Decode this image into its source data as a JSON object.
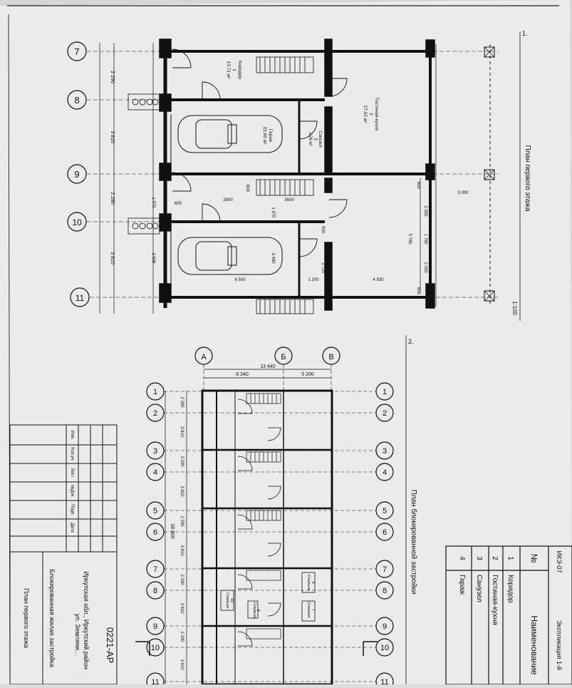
{
  "sheet": {
    "section1_number": "1.",
    "section2_number": "2.",
    "plan1_title": "План первого этажа",
    "plan1_scale": "1:100",
    "plan2_title": "План блокированной застройки",
    "paper_color": "#e9e9e9",
    "line_color": "#111111"
  },
  "plan1": {
    "axes": [
      "7",
      "8",
      "9",
      "10",
      "11"
    ],
    "bay_dims_left": [
      "2 290",
      "3 810",
      "2 290",
      "3 810"
    ],
    "rooms": [
      {
        "name": "Коридор",
        "number": "1",
        "area": "13,71 м²"
      },
      {
        "name": "Гараж",
        "number": "",
        "area": "22,69 м²"
      },
      {
        "name": "Санузел",
        "number": "3",
        "area": "3,26 м²"
      },
      {
        "name": "Гостиная-кухня",
        "number": "2",
        "area": "27,92 м²"
      }
    ],
    "inner_dims": [
      "2800",
      "3600",
      "800",
      "1 970",
      "600",
      "2 606",
      "3 480",
      "2 720",
      "900",
      "6 500",
      "1 200",
      "4 830",
      "1 570"
    ],
    "right_dims": [
      "3 000",
      "2 000",
      "1 780",
      "5 780",
      "2 000",
      "600",
      "600"
    ]
  },
  "plan2": {
    "col_axes": [
      "А",
      "Б",
      "В"
    ],
    "dim_total": "13 440",
    "dim_left": "8 240",
    "dim_right": "5 200",
    "row_axes": [
      "1",
      "2",
      "3",
      "4",
      "5",
      "6",
      "7",
      "8",
      "9",
      "10",
      "11"
    ],
    "row_dims": [
      "2 290",
      "3 810",
      "2 290",
      "3 810",
      "2 290",
      "3 810",
      "2 290",
      "3 810",
      "2 290",
      "3 810"
    ],
    "overall_dim": "38 800",
    "room_labels": [
      "Спальня",
      "Спальня",
      "Спальня",
      "Спальня"
    ],
    "room_numbers": [
      "6",
      "7",
      "9",
      "10"
    ]
  },
  "title_block": {
    "headers": [
      "Изм.",
      "Кол.уч.",
      "Лист",
      "№Док.",
      "Подп.",
      "Дата"
    ],
    "project_code": "0221-АР",
    "address_line1": "Иркутская обл., Иркутский район",
    "address_line2": "ул. Земляни...",
    "object_name": "Блокированная жилая застройка",
    "sheet_name": "План первого этажа"
  },
  "explication": {
    "code": "ИКЭ-07",
    "title": "Экспликация 1-й",
    "col_num": "№",
    "col_name": "Наименование",
    "rows": [
      {
        "num": "1",
        "name": "Коридор"
      },
      {
        "num": "2",
        "name": "Гостиная-кухня"
      },
      {
        "num": "3",
        "name": "Санузел"
      },
      {
        "num": "4",
        "name": "Гараж"
      }
    ]
  }
}
